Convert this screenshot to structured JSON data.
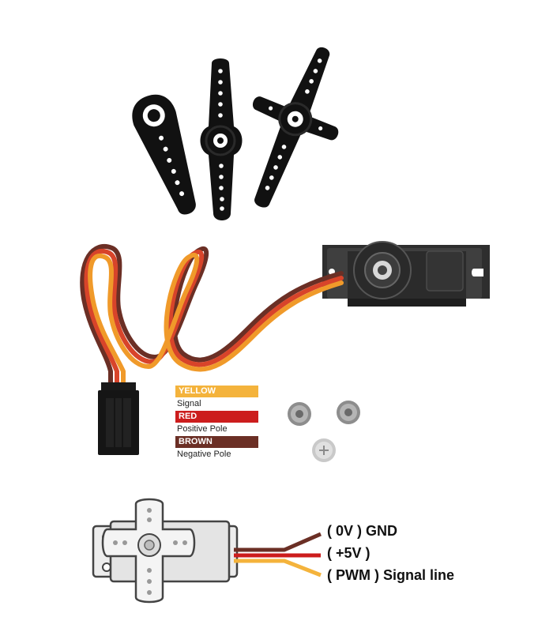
{
  "legend": {
    "yellow": {
      "name": "YELLOW",
      "desc": "Signal",
      "color": "#f4b33c"
    },
    "red": {
      "name": "RED",
      "desc": "Positive Pole",
      "color": "#cc1d1d"
    },
    "brown": {
      "name": "BROWN",
      "desc": "Negative Pole",
      "color": "#6b2f25"
    }
  },
  "wiring": {
    "gnd": "( 0V ) GND",
    "vcc": "( +5V )",
    "pwm": "( PWM ) Signal line"
  },
  "colors": {
    "horn": "#111111",
    "servo_body": "#3a3a3a",
    "wire_brown": "#6b2f25",
    "wire_red": "#d8442a",
    "wire_orange": "#f09a2a",
    "diagram_outline": "#444444",
    "diagram_fill": "#e9e9e9"
  }
}
